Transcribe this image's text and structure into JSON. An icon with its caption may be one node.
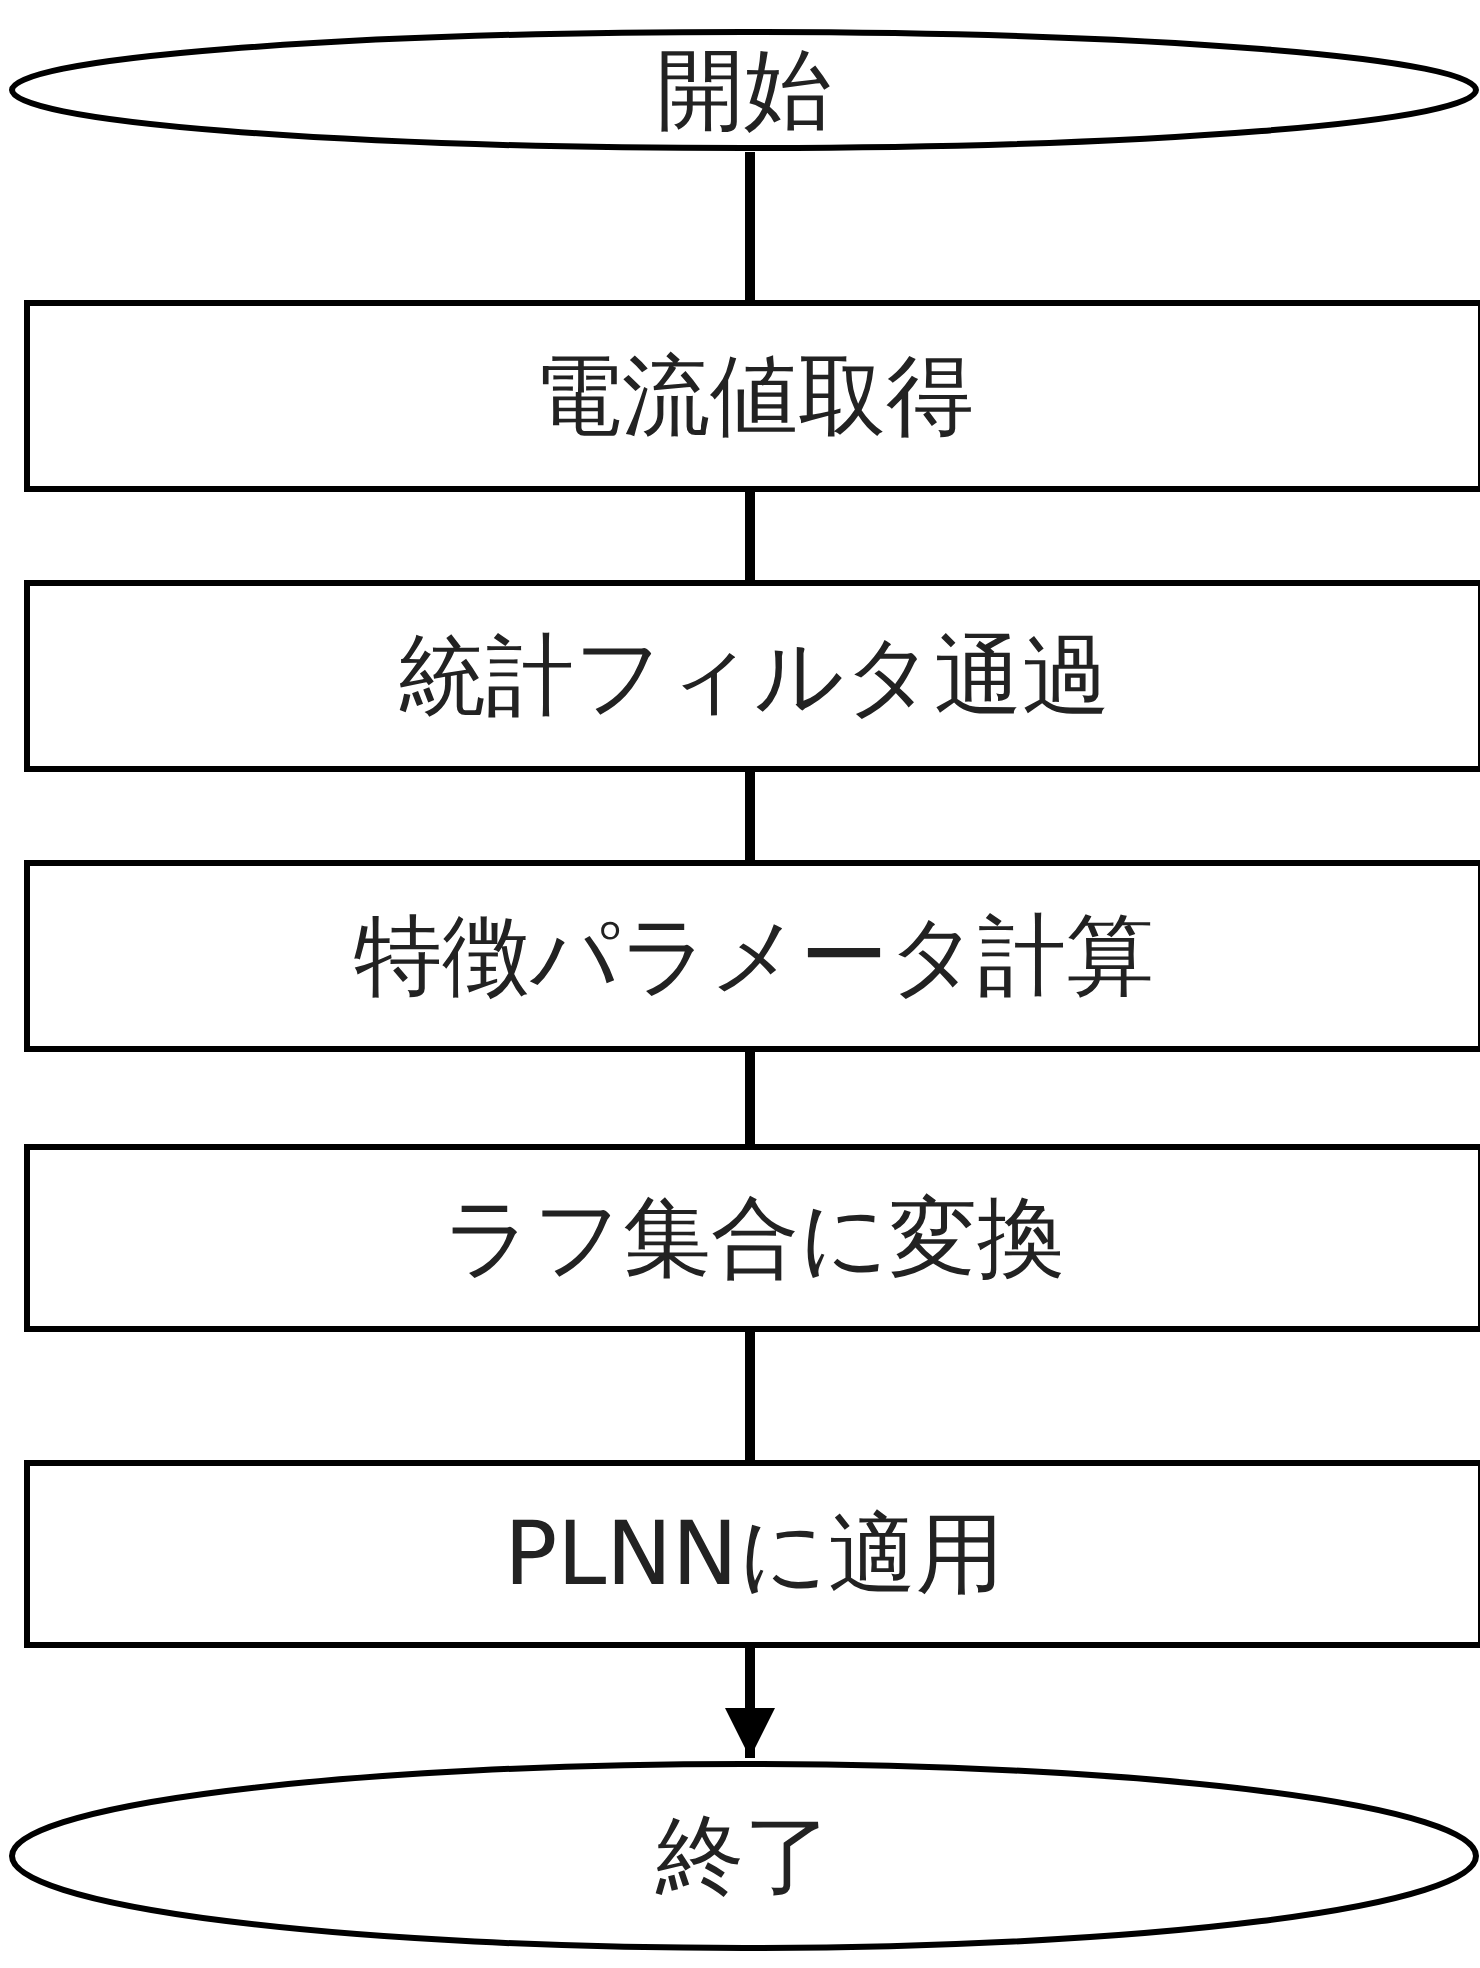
{
  "diagram": {
    "nodes": [
      {
        "text": [
          "開始"
        ]
      },
      {
        "text": [
          "電流値取得"
        ]
      },
      {
        "text": [
          "統計フィルタ通過"
        ]
      },
      {
        "text": [
          "特徴パラメータ計算"
        ]
      },
      {
        "text": [
          "ラフ集合に変換"
        ]
      },
      {
        "text": [
          "PLNNに適用"
        ]
      },
      {
        "text": [
          "終了"
        ]
      }
    ],
    "edges": [
      {
        "from": 0,
        "to": 1,
        "arrow": "none"
      },
      {
        "from": 1,
        "to": 2,
        "arrow": "none"
      },
      {
        "from": 2,
        "to": 3,
        "arrow": "none"
      },
      {
        "from": 3,
        "to": 4,
        "arrow": "none"
      },
      {
        "from": 4,
        "to": 5,
        "arrow": "none"
      },
      {
        "from": 5,
        "to": 6,
        "arrow": "to"
      }
    ]
  }
}
